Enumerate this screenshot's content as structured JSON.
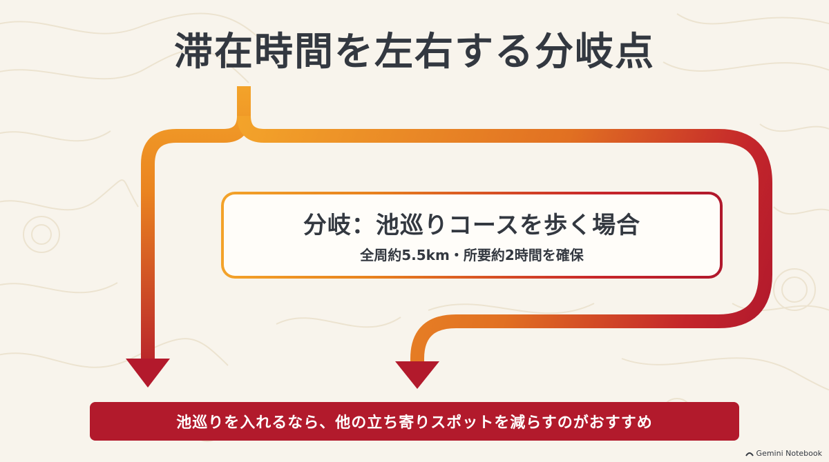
{
  "title": "滞在時間を左右する分岐点",
  "branch": {
    "title": "分岐：池巡りコースを歩く場合",
    "subtitle": "全周約5.5km・所要約2時間を確保"
  },
  "bottom_note": "池巡りを入れるなら、他の立ち寄りスポットを減らすのがおすすめ",
  "brand_label": "Gemini Notebook",
  "colors": {
    "arrow_start": "#f3a32a",
    "arrow_end": "#b21a2c",
    "bottom_bar": "#b21a2c",
    "background": "#f8f4ec",
    "text": "#333840"
  }
}
